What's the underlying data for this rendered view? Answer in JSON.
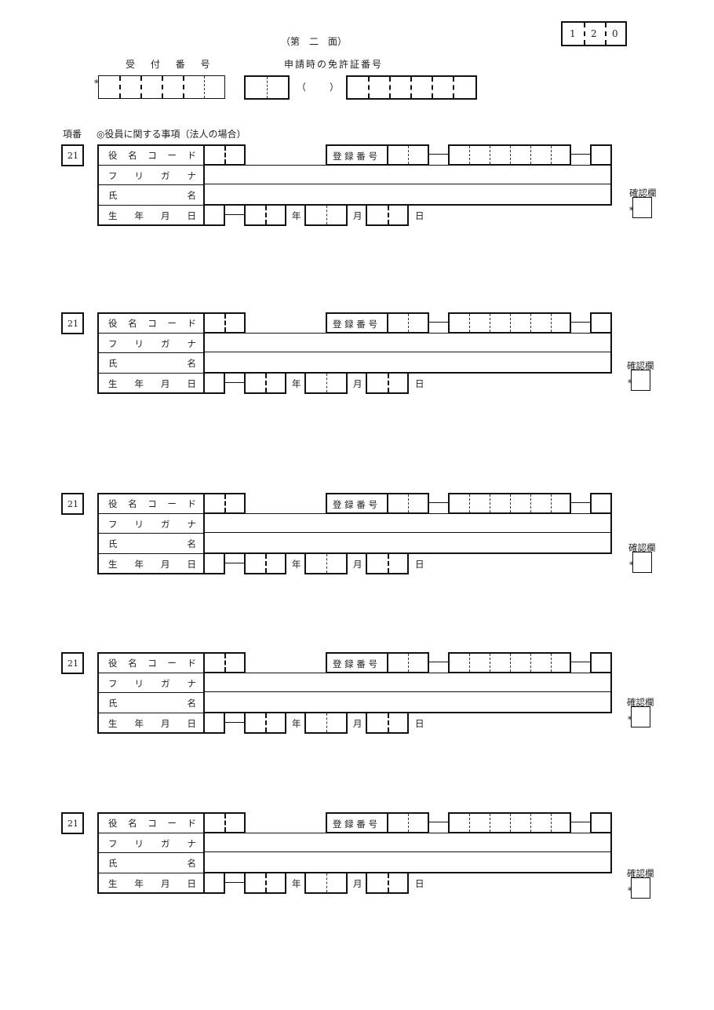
{
  "header": {
    "page_side": "（第　二　面）",
    "form_code_digits": [
      "1",
      "2",
      "0"
    ],
    "reception_label": "受 付 番 号",
    "reception_mark": "*",
    "license_label": "申請時の免許証番号",
    "license_paren_open": "（",
    "license_paren_close": "）"
  },
  "section": {
    "item_no_label": "項番",
    "title": "◎役員に関する事項（法人の場合）"
  },
  "records": [
    {
      "item_no": "21",
      "role_code_label": [
        "役",
        "名",
        "コ",
        "ー",
        "ド"
      ],
      "furigana_label": [
        "フ",
        "リ",
        "ガ",
        "ナ"
      ],
      "name_label": [
        "氏",
        "名"
      ],
      "birth_label": [
        "生",
        "年",
        "月",
        "日"
      ],
      "reg_no_label": "登 録 番 号",
      "year_unit": "年",
      "month_unit": "月",
      "day_unit": "日",
      "confirm_label": "確認欄",
      "confirm_mark": "*"
    },
    {
      "item_no": "21",
      "role_code_label": [
        "役",
        "名",
        "コ",
        "ー",
        "ド"
      ],
      "furigana_label": [
        "フ",
        "リ",
        "ガ",
        "ナ"
      ],
      "name_label": [
        "氏",
        "名"
      ],
      "birth_label": [
        "生",
        "年",
        "月",
        "日"
      ],
      "reg_no_label": "登 録 番 号",
      "year_unit": "年",
      "month_unit": "月",
      "day_unit": "日",
      "confirm_label": "確認欄",
      "confirm_mark": "*"
    },
    {
      "item_no": "21",
      "role_code_label": [
        "役",
        "名",
        "コ",
        "ー",
        "ド"
      ],
      "furigana_label": [
        "フ",
        "リ",
        "ガ",
        "ナ"
      ],
      "name_label": [
        "氏",
        "名"
      ],
      "birth_label": [
        "生",
        "年",
        "月",
        "日"
      ],
      "reg_no_label": "登 録 番 号",
      "year_unit": "年",
      "month_unit": "月",
      "day_unit": "日",
      "confirm_label": "確認欄",
      "confirm_mark": "*"
    },
    {
      "item_no": "21",
      "role_code_label": [
        "役",
        "名",
        "コ",
        "ー",
        "ド"
      ],
      "furigana_label": [
        "フ",
        "リ",
        "ガ",
        "ナ"
      ],
      "name_label": [
        "氏",
        "名"
      ],
      "birth_label": [
        "生",
        "年",
        "月",
        "日"
      ],
      "reg_no_label": "登 録 番 号",
      "year_unit": "年",
      "month_unit": "月",
      "day_unit": "日",
      "confirm_label": "確認欄",
      "confirm_mark": "*"
    },
    {
      "item_no": "21",
      "role_code_label": [
        "役",
        "名",
        "コ",
        "ー",
        "ド"
      ],
      "furigana_label": [
        "フ",
        "リ",
        "ガ",
        "ナ"
      ],
      "name_label": [
        "氏",
        "名"
      ],
      "birth_label": [
        "生",
        "年",
        "月",
        "日"
      ],
      "reg_no_label": "登 録 番 号",
      "year_unit": "年",
      "month_unit": "月",
      "day_unit": "日",
      "confirm_label": "確認欄",
      "confirm_mark": "*"
    }
  ]
}
